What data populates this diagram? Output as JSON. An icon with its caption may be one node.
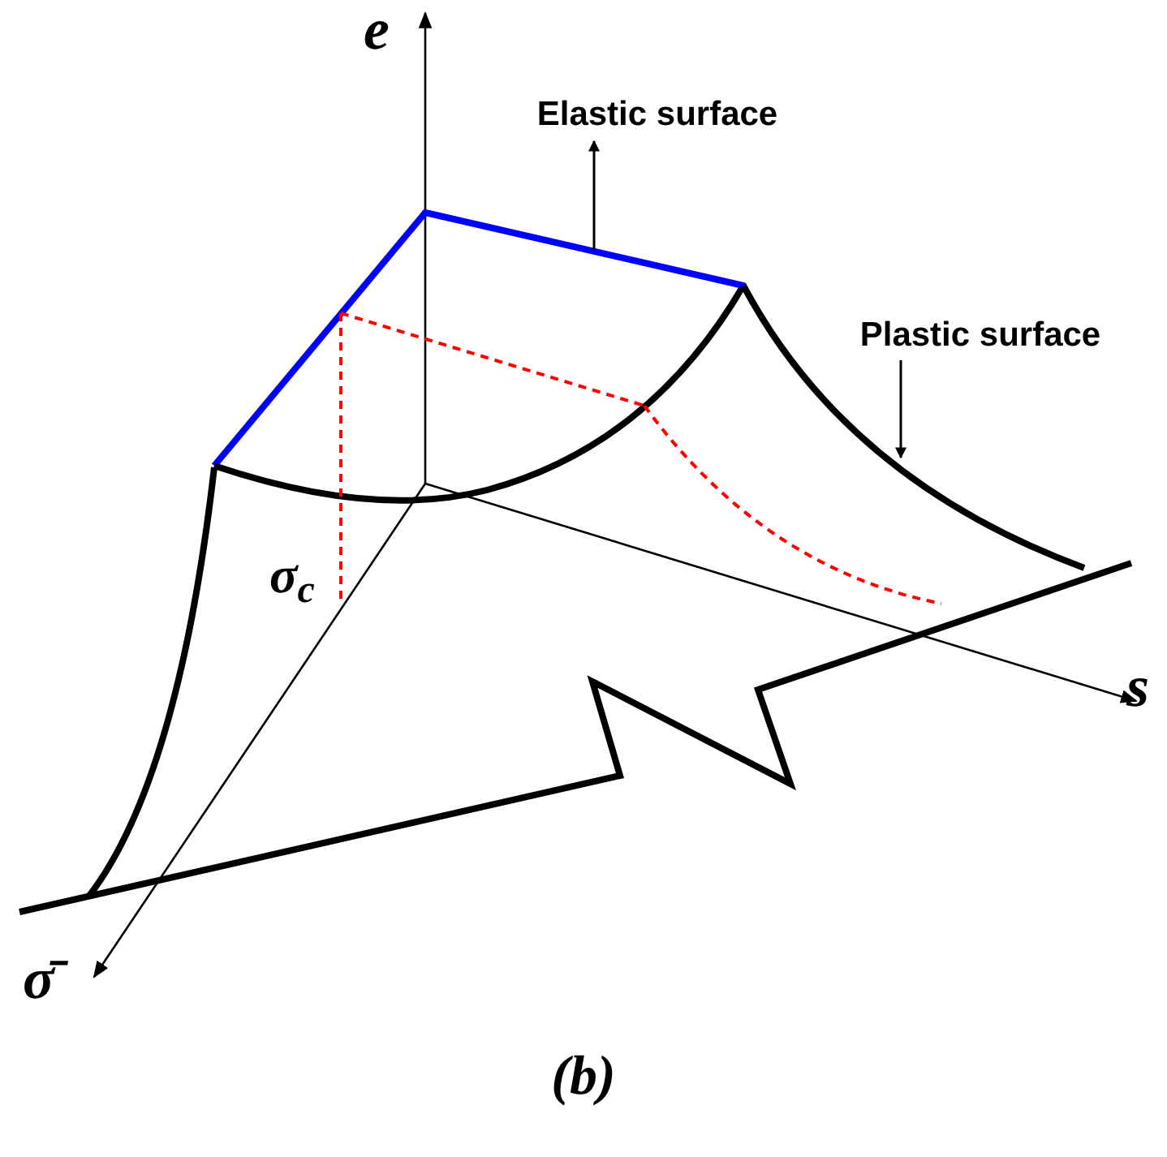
{
  "diagram": {
    "caption": "(b)",
    "nodes": [
      {
        "text": [
          "Elastic surface"
        ]
      },
      {
        "text": [],
        "shape": "line"
      },
      {
        "text": [
          "Plastic surface"
        ]
      },
      {
        "text": [],
        "shape": "curve"
      }
    ],
    "edges": [
      {
        "from": 1,
        "to": 0,
        "arrow": "to"
      },
      {
        "from": 2,
        "to": 3,
        "arrow": "to"
      }
    ],
    "labels": [
      "e",
      "s",
      "σ̄",
      "σ$_{c}$"
    ]
  }
}
